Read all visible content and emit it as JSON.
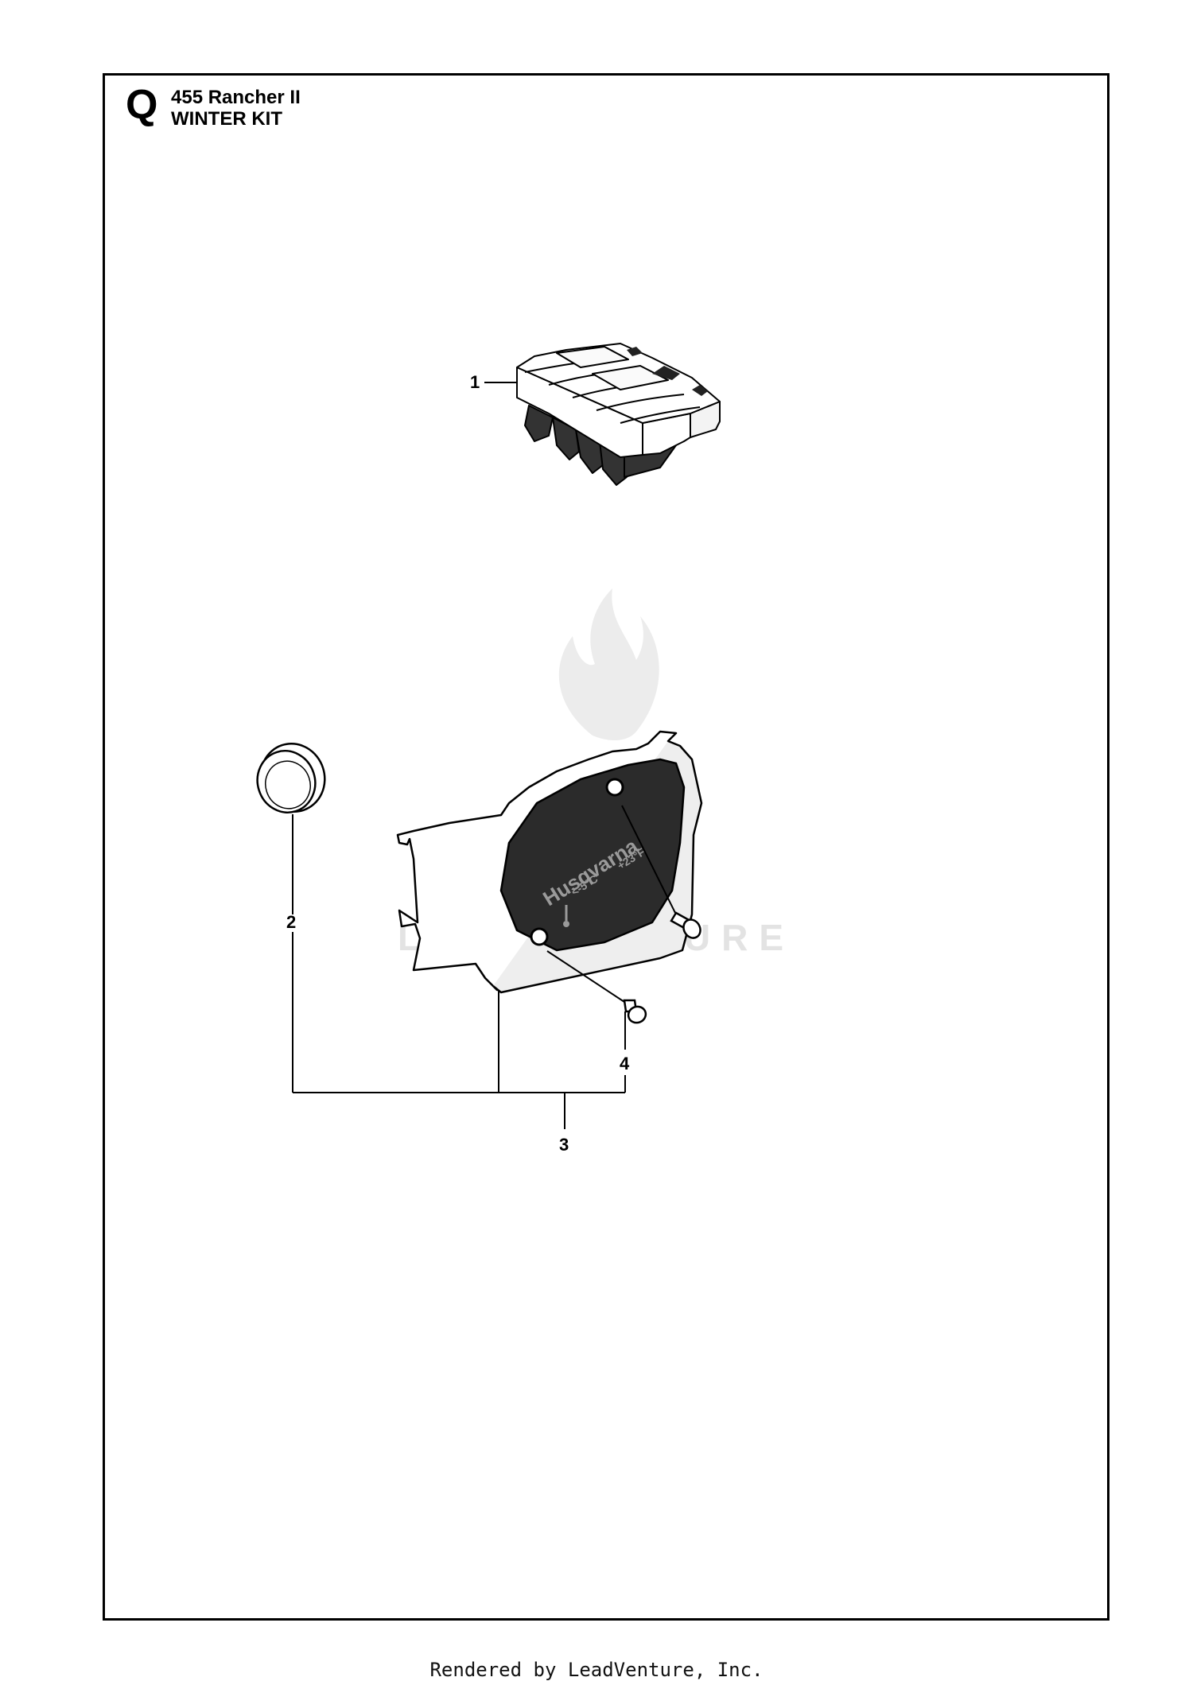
{
  "header": {
    "section_letter": "Q",
    "model": "455 Rancher II",
    "title": "WINTER KIT"
  },
  "callouts": {
    "part1": "1",
    "part2": "2",
    "part3": "3",
    "part4": "4"
  },
  "cover_markings": {
    "brand": "Husqvarna",
    "temp_low": "<-5°C",
    "temp_high": "+23°F"
  },
  "watermark": {
    "text": "LEADVENTURE"
  },
  "footer": {
    "text": "Rendered by LeadVenture, Inc."
  }
}
